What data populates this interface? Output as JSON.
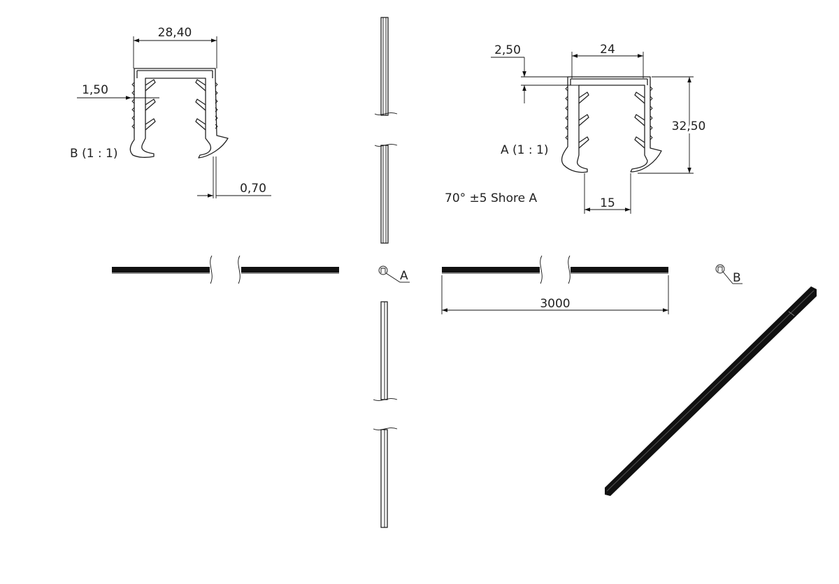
{
  "detail_b": {
    "width_dim": "28,40",
    "wall_dim": "1,50",
    "tip_dim": "0,70",
    "label": "B (1 : 1)"
  },
  "detail_a": {
    "top_offset_dim": "2,50",
    "inner_width_dim": "24",
    "height_dim": "32,50",
    "opening_dim": "15",
    "label": "A (1 : 1)",
    "material_note": "70° ±5 Shore A"
  },
  "front_view": {
    "length_dim": "3000",
    "callout_a": "A",
    "callout_b": "B"
  },
  "colors": {
    "line": "#111111",
    "text": "#222222",
    "background": "#ffffff"
  }
}
